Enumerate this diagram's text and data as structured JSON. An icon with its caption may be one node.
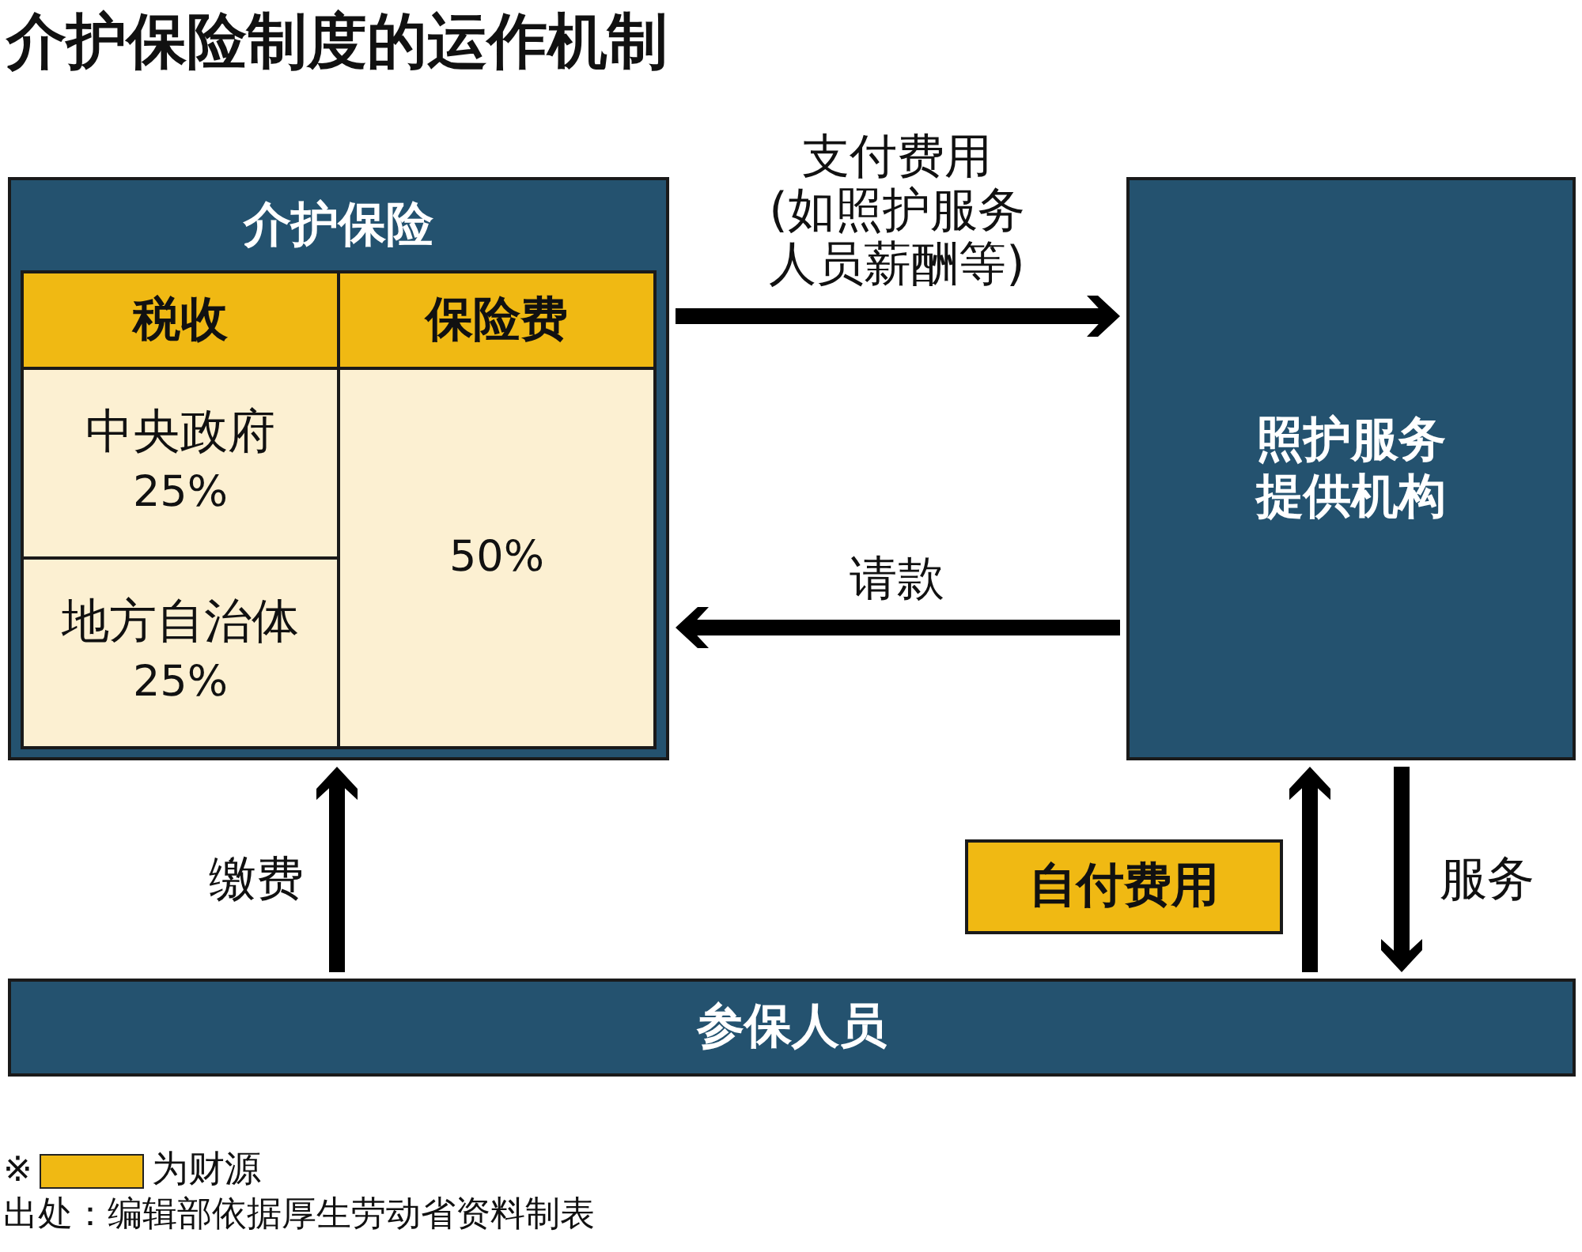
{
  "diagram": {
    "title": "介护保险制度的运作机制",
    "caption": "出处：编辑部依据厚生劳动省资料制表",
    "nodes": [
      {
        "text": [
          "介护保险"
        ]
      },
      {
        "text": [
          "税收"
        ],
        "in": 0
      },
      {
        "text": [
          "保险费"
        ],
        "in": 0
      },
      {
        "text": [
          "中央政府",
          "25%"
        ],
        "in": 0
      },
      {
        "text": [
          "地方自治体",
          "25%"
        ],
        "in": 0
      },
      {
        "text": [
          "50%"
        ],
        "in": 0
      },
      {
        "text": [
          "照护服务提供机构"
        ]
      },
      {
        "text": [
          "自付费用"
        ]
      },
      {
        "text": [
          "参保人员"
        ]
      }
    ],
    "edges": [
      {
        "from": 0,
        "to": 6,
        "arrow": "to",
        "label": "支付费用 (如照护服务人员薪酬等)"
      },
      {
        "from": 6,
        "to": 0,
        "arrow": "to",
        "label": "请款"
      },
      {
        "from": 8,
        "to": 0,
        "arrow": "to",
        "label": "缴费"
      },
      {
        "from": 8,
        "to": 6,
        "arrow": "to"
      },
      {
        "from": 6,
        "to": 8,
        "arrow": "to",
        "label": "服务"
      }
    ],
    "labels": [
      "※"
    ],
    "legend": [
      {
        "text": "为财源",
        "color": "#f0b913"
      }
    ]
  }
}
